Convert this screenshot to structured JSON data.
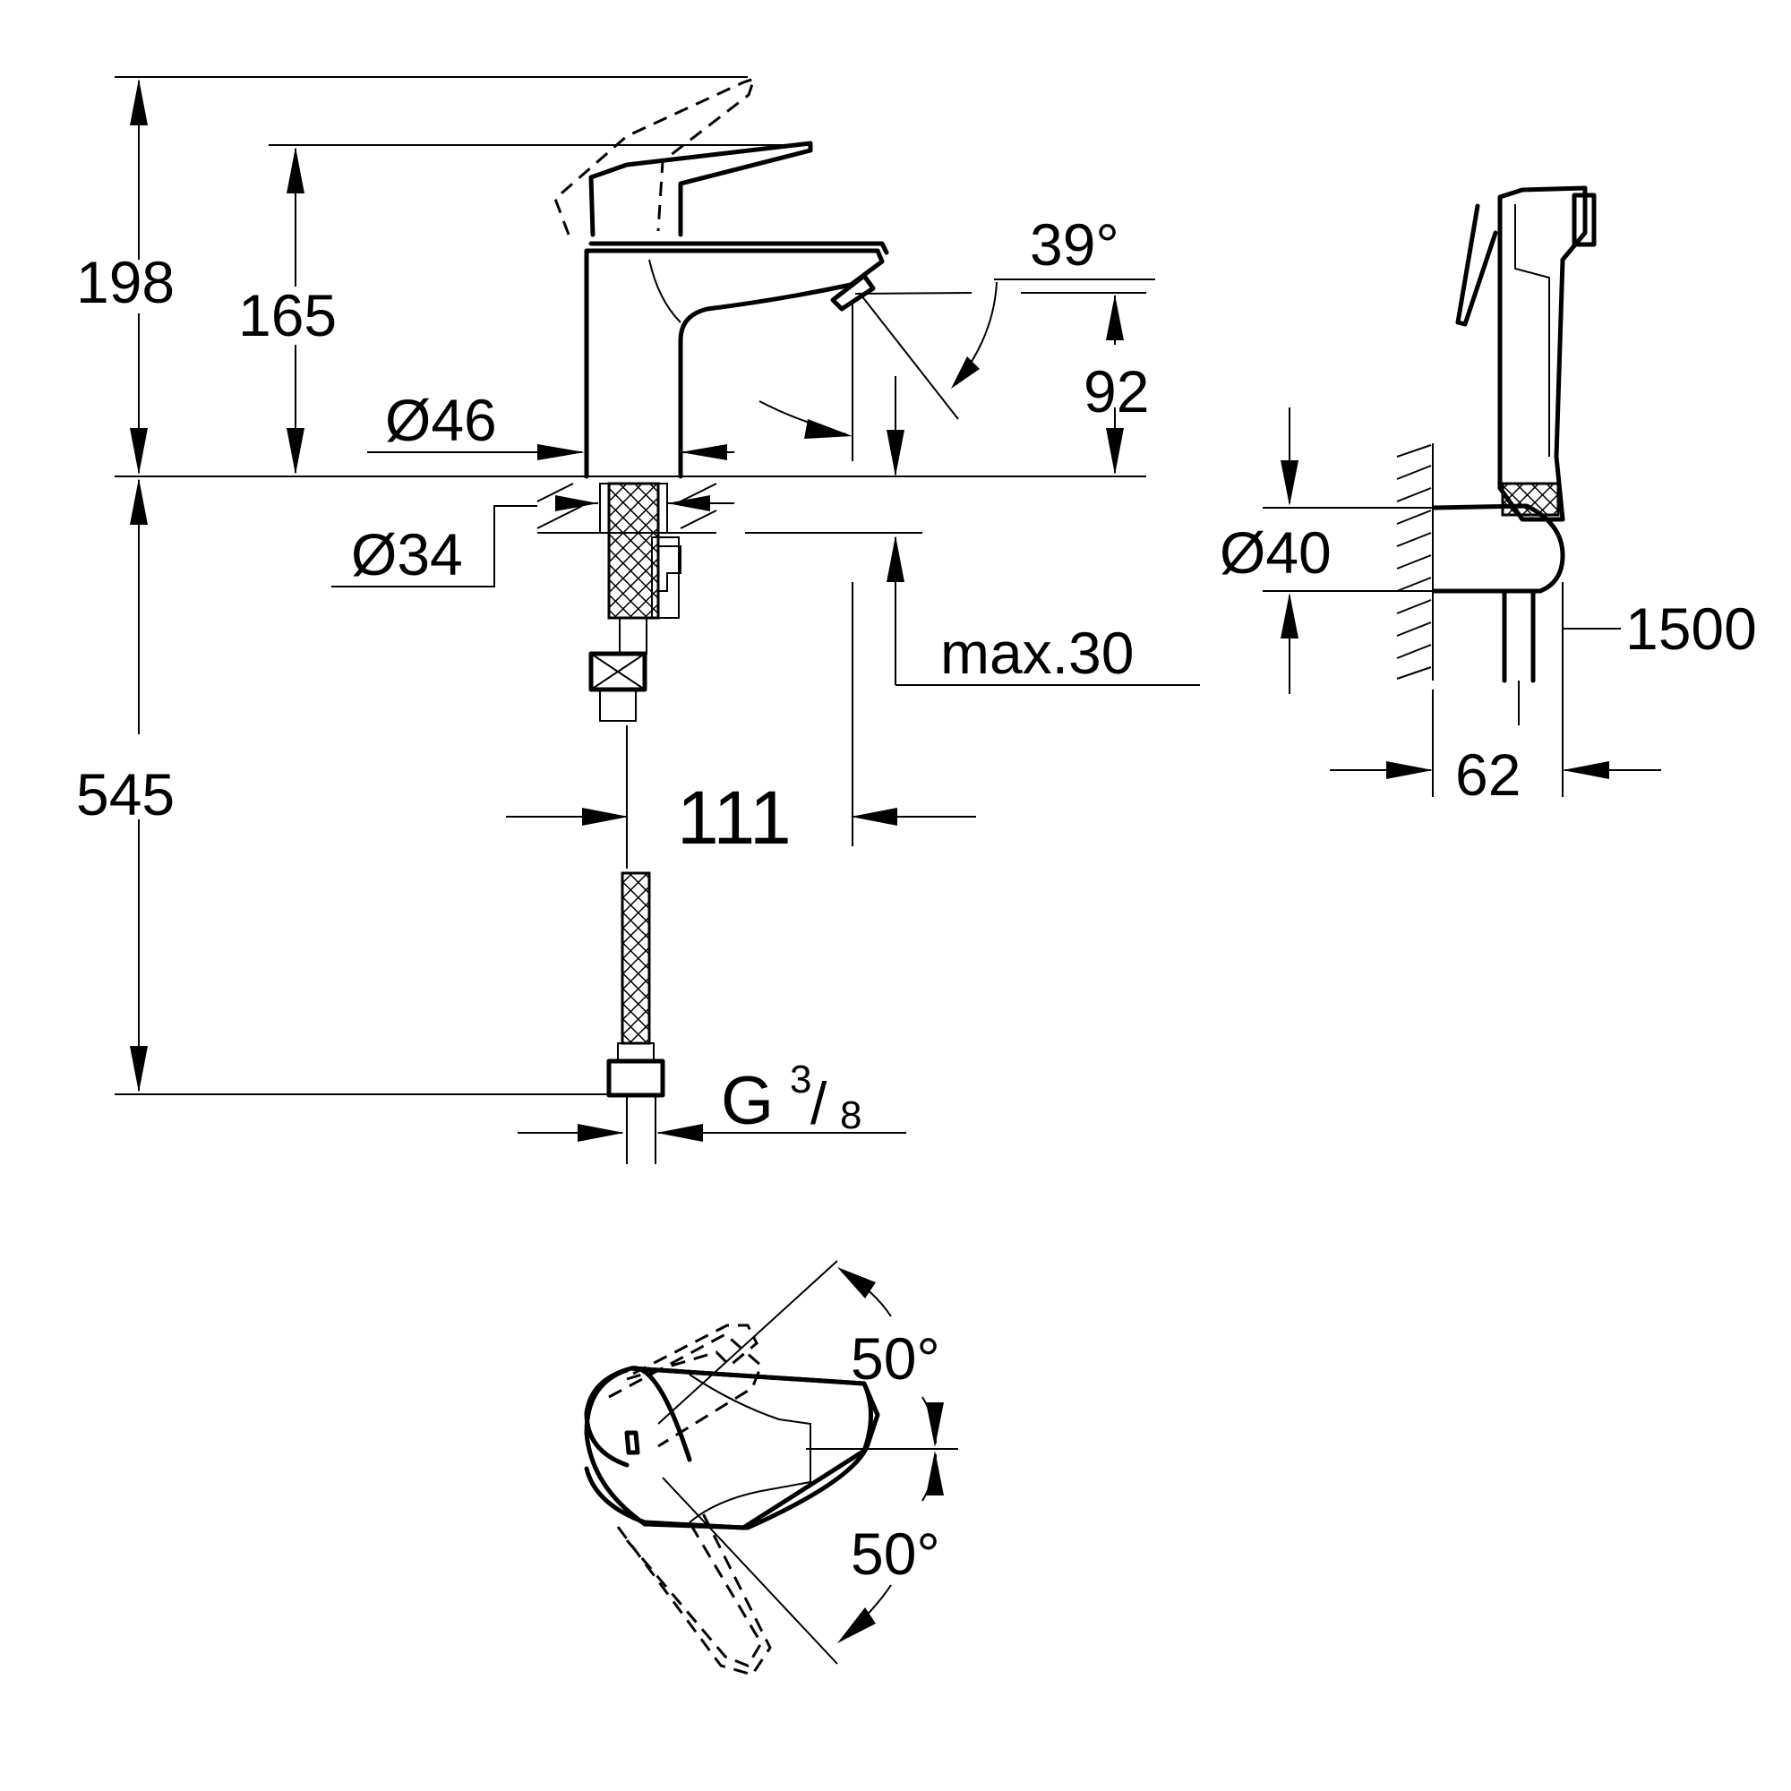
{
  "dimensions": {
    "height_total": "198",
    "height_lever": "165",
    "spout_height": "92",
    "spout_angle": "39°",
    "dia_base": "Ø46",
    "dia_hole": "Ø34",
    "deck_thickness": "max.30",
    "below_deck": "545",
    "spout_reach": "111",
    "thread_main": "G",
    "thread_num": "3",
    "thread_den": "8",
    "holder_dia": "Ø40",
    "hose_length": "1500",
    "wall_distance": "62",
    "lever_angle_up": "50°",
    "lever_angle_down": "50°"
  }
}
